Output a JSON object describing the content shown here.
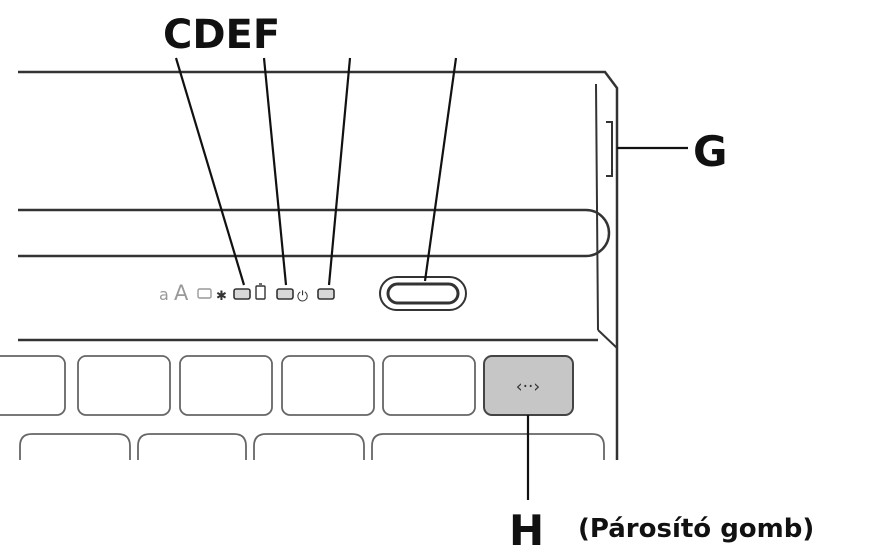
{
  "labels": {
    "cdef": "CDEF",
    "g": "G",
    "h": "H",
    "h_caption": "(Párosító gomb)"
  },
  "indicators": {
    "small_a": "a",
    "large_a": "A",
    "bluetooth_symbol": "✱",
    "power_symbol": "⏻"
  },
  "keys": {
    "pairing_glyph": "‹··›"
  },
  "colors": {
    "line": "#111111",
    "outline": "#444444",
    "pairing_key_fill": "#c6c6c6"
  }
}
